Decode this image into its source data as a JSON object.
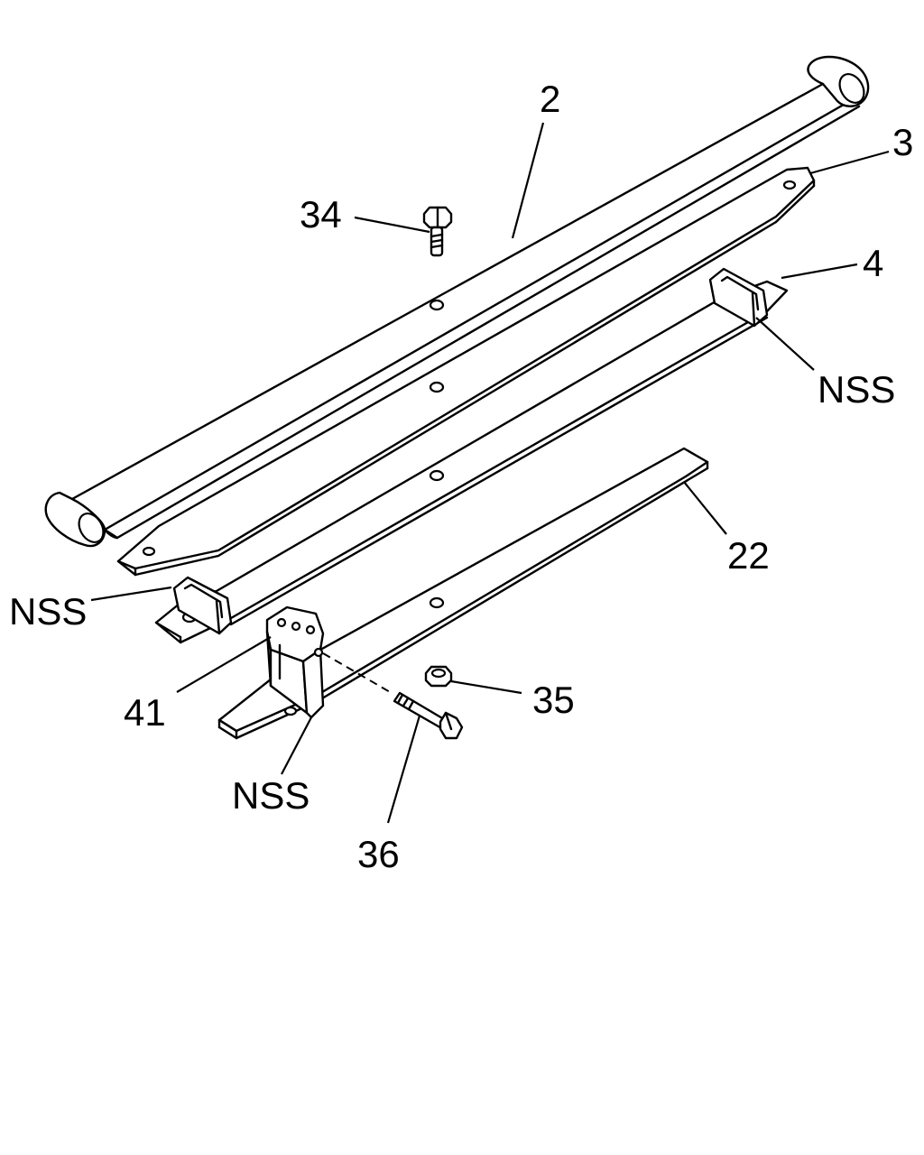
{
  "callouts": {
    "part_2": "2",
    "part_3": "3",
    "part_4": "4",
    "part_22": "22",
    "part_34": "34",
    "part_35": "35",
    "part_36": "36",
    "part_41": "41",
    "nss_right": "NSS",
    "nss_left": "NSS",
    "nss_bottom": "NSS"
  },
  "colors": {
    "line": "#000000",
    "background": "#ffffff"
  }
}
